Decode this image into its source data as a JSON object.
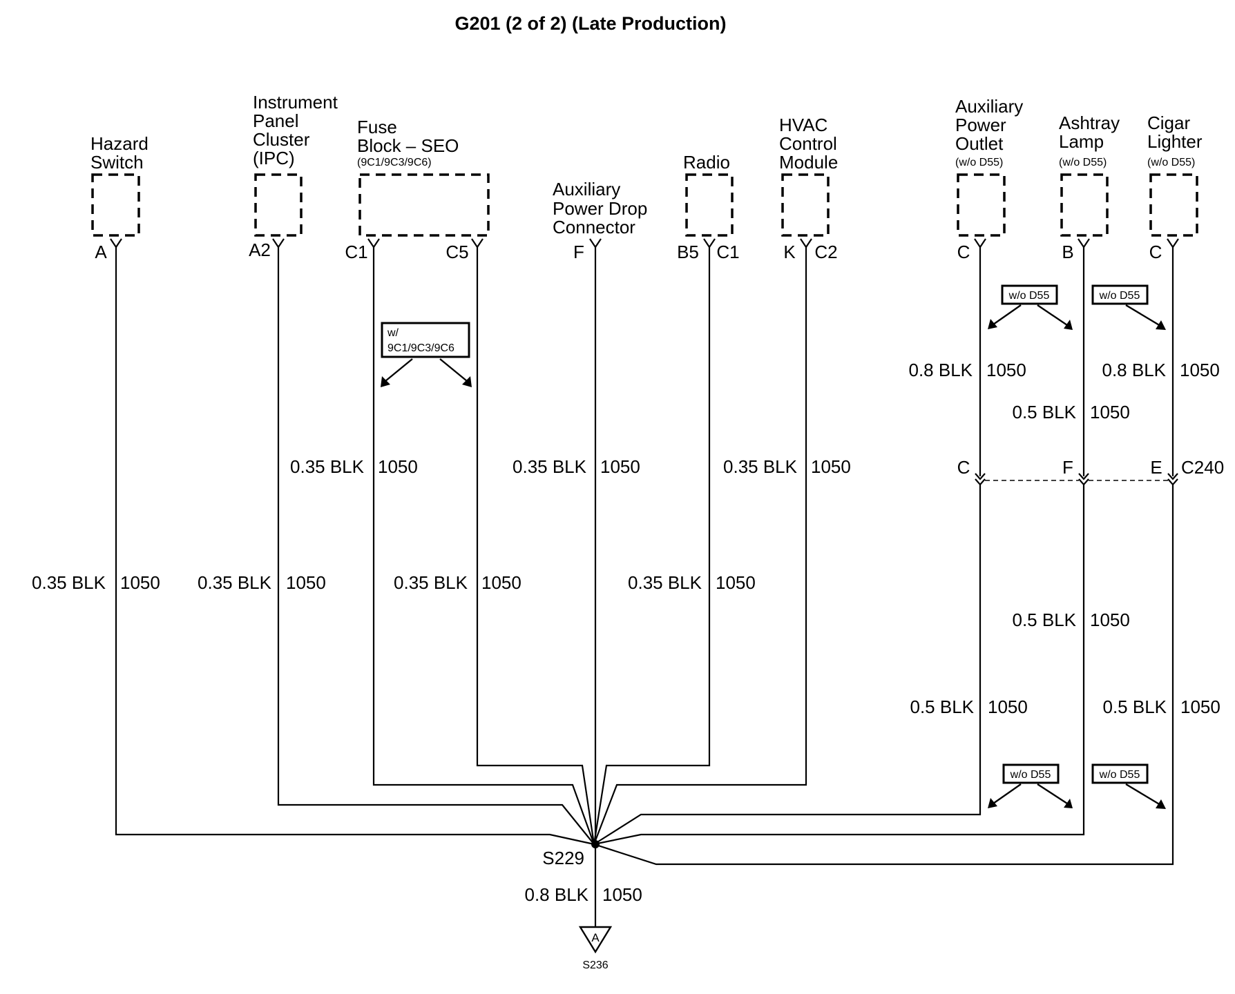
{
  "title": "G201 (2 of 2) (Late Production)",
  "components": {
    "hazard": {
      "lines": [
        "Hazard",
        "Switch"
      ]
    },
    "ipc": {
      "lines": [
        "Instrument",
        "Panel",
        "Cluster",
        "(IPC)"
      ]
    },
    "fuse": {
      "lines": [
        "Fuse",
        "Block – SEO"
      ],
      "sub": "(9C1/9C3/9C6)"
    },
    "apdc": {
      "lines": [
        "Auxiliary",
        "Power Drop",
        "Connector"
      ]
    },
    "radio": {
      "lines": [
        "Radio"
      ]
    },
    "hvac": {
      "lines": [
        "HVAC",
        "Control",
        "Module"
      ]
    },
    "apo": {
      "lines": [
        "Auxiliary",
        "Power",
        "Outlet"
      ],
      "sub": "(w/o D55)"
    },
    "ashtray": {
      "lines": [
        "Ashtray",
        "Lamp"
      ],
      "sub": "(w/o D55)"
    },
    "cigar": {
      "lines": [
        "Cigar",
        "Lighter"
      ],
      "sub": "(w/o D55)"
    }
  },
  "pins": {
    "hazard": "A",
    "ipc": "A2",
    "fuse_c1": "C1",
    "fuse_c5": "C5",
    "apdc": "F",
    "radio_b5": "B5",
    "radio_c1": "C1",
    "hvac_k": "K",
    "hvac_c2": "C2",
    "apo": "C",
    "ashtray": "B",
    "cigar": "C"
  },
  "c240": {
    "name": "C240",
    "pin_apo": "C",
    "pin_ashtray": "F",
    "pin_cigar": "E"
  },
  "wires": {
    "hazard": {
      "gauge": "0.35 BLK",
      "circuit": "1050"
    },
    "ipc": {
      "gauge": "0.35 BLK",
      "circuit": "1050"
    },
    "fuse_c1": {
      "gauge": "0.35 BLK",
      "circuit": "1050"
    },
    "fuse_c5": {
      "gauge": "0.35 BLK",
      "circuit": "1050"
    },
    "apdc": {
      "gauge": "0.35 BLK",
      "circuit": "1050"
    },
    "radio": {
      "gauge": "0.35 BLK",
      "circuit": "1050"
    },
    "hvac": {
      "gauge": "0.35 BLK",
      "circuit": "1050"
    },
    "apo_upper": {
      "gauge": "0.8 BLK",
      "circuit": "1050"
    },
    "ashtray_upper": {
      "gauge": "0.5 BLK",
      "circuit": "1050"
    },
    "cigar_upper": {
      "gauge": "0.8 BLK",
      "circuit": "1050"
    },
    "ashtray_lower": {
      "gauge": "0.5 BLK",
      "circuit": "1050"
    },
    "apo_lower": {
      "gauge": "0.5 BLK",
      "circuit": "1050"
    },
    "cigar_lower": {
      "gauge": "0.5 BLK",
      "circuit": "1050"
    },
    "ground": {
      "gauge": "0.8 BLK",
      "circuit": "1050"
    }
  },
  "option_boxes": {
    "fuse": {
      "line1": "w/",
      "line2": "9C1/9C3/9C6"
    },
    "top_left": "w/o D55",
    "top_right": "w/o D55",
    "bottom_left": "w/o D55",
    "bottom_right": "w/o D55"
  },
  "splice": "S229",
  "ground_ref": {
    "letter": "A",
    "label": "S236"
  }
}
